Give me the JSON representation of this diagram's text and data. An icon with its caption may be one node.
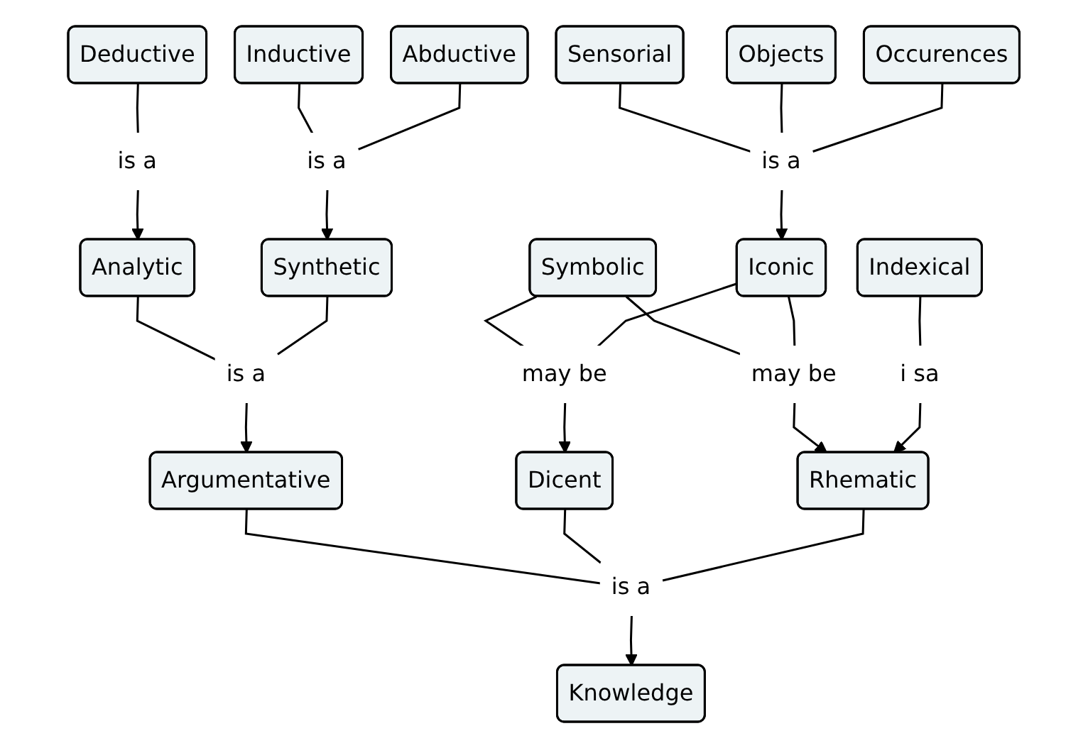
{
  "diagram": {
    "nodes": [
      {
        "text": [
          "Deductive"
        ]
      },
      {
        "text": [
          "Inductive"
        ]
      },
      {
        "text": [
          "Abductive"
        ]
      },
      {
        "text": [
          "Sensorial"
        ]
      },
      {
        "text": [
          "Objects"
        ]
      },
      {
        "text": [
          "Occurences"
        ]
      },
      {
        "text": [
          "is a"
        ]
      },
      {
        "text": [
          "is a"
        ]
      },
      {
        "text": [
          "is a"
        ]
      },
      {
        "text": [
          "Analytic"
        ]
      },
      {
        "text": [
          "Synthetic"
        ]
      },
      {
        "text": [
          "Symbolic"
        ]
      },
      {
        "text": [
          "Iconic"
        ]
      },
      {
        "text": [
          "Indexical"
        ]
      },
      {
        "text": [
          "is a"
        ]
      },
      {
        "text": [
          "may be"
        ]
      },
      {
        "text": [
          "may be"
        ]
      },
      {
        "text": [
          "i sa"
        ]
      },
      {
        "text": [
          "Argumentative"
        ]
      },
      {
        "text": [
          "Dicent"
        ]
      },
      {
        "text": [
          "Rhematic"
        ]
      },
      {
        "text": [
          "is a"
        ]
      },
      {
        "text": [
          "Knowledge"
        ]
      }
    ],
    "edges": [
      {
        "from": 0,
        "to": 6,
        "arrow": "none"
      },
      {
        "from": 6,
        "to": 9,
        "arrow": "to"
      },
      {
        "from": 1,
        "to": 7,
        "arrow": "none"
      },
      {
        "from": 2,
        "to": 7,
        "arrow": "none"
      },
      {
        "from": 7,
        "to": 10,
        "arrow": "to"
      },
      {
        "from": 3,
        "to": 8,
        "arrow": "none"
      },
      {
        "from": 4,
        "to": 8,
        "arrow": "none"
      },
      {
        "from": 5,
        "to": 8,
        "arrow": "none"
      },
      {
        "from": 8,
        "to": 12,
        "arrow": "to"
      },
      {
        "from": 9,
        "to": 14,
        "arrow": "none"
      },
      {
        "from": 10,
        "to": 14,
        "arrow": "none"
      },
      {
        "from": 14,
        "to": 18,
        "arrow": "to"
      },
      {
        "from": 11,
        "to": 15,
        "arrow": "none"
      },
      {
        "from": 12,
        "to": 15,
        "arrow": "none"
      },
      {
        "from": 15,
        "to": 19,
        "arrow": "to"
      },
      {
        "from": 11,
        "to": 16,
        "arrow": "none"
      },
      {
        "from": 12,
        "to": 16,
        "arrow": "none"
      },
      {
        "from": 16,
        "to": 20,
        "arrow": "to"
      },
      {
        "from": 13,
        "to": 17,
        "arrow": "none"
      },
      {
        "from": 17,
        "to": 20,
        "arrow": "to"
      },
      {
        "from": 18,
        "to": 21,
        "arrow": "none"
      },
      {
        "from": 19,
        "to": 21,
        "arrow": "none"
      },
      {
        "from": 20,
        "to": 21,
        "arrow": "none"
      },
      {
        "from": 21,
        "to": 22,
        "arrow": "to"
      }
    ]
  }
}
